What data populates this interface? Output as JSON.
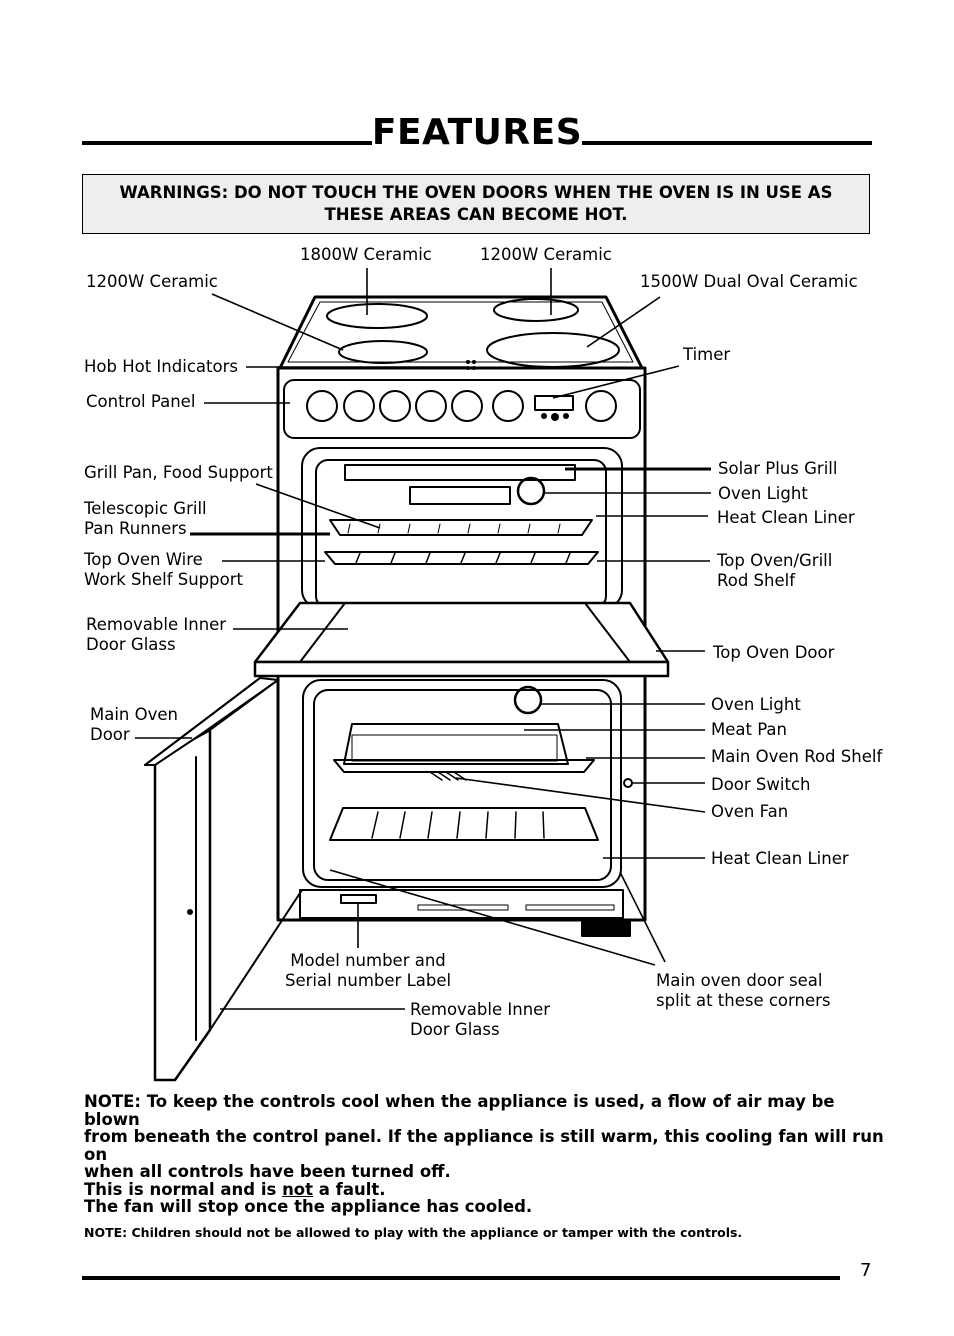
{
  "page": {
    "title": "FEATURES",
    "warning": "WARNINGS: DO NOT TOUCH THE OVEN DOORS WHEN THE OVEN IS IN USE AS THESE AREAS CAN BECOME HOT.",
    "page_number": "7"
  },
  "labels": {
    "ceramic_1800": "1800W Ceramic",
    "ceramic_1200_right": "1200W Ceramic",
    "ceramic_1200_left": "1200W Ceramic",
    "dual_oval_1500": "1500W Dual Oval Ceramic",
    "hob_hot_indicators": "Hob Hot Indicators",
    "timer": "Timer",
    "control_panel": "Control Panel",
    "grill_pan": "Grill Pan, Food Support",
    "solar_plus_grill": "Solar Plus Grill",
    "oven_light_top": "Oven Light",
    "telescopic_runners": "Telescopic Grill\nPan Runners",
    "heat_clean_liner_top": "Heat Clean Liner",
    "top_wire_support": "Top Oven Wire\nWork Shelf Support",
    "top_rod_shelf": "Top Oven/Grill\nRod Shelf",
    "inner_glass_top": "Removable Inner\nDoor Glass",
    "top_oven_door": "Top Oven Door",
    "main_oven_door": "Main Oven\nDoor",
    "oven_light_main": "Oven Light",
    "meat_pan": "Meat Pan",
    "main_rod_shelf": "Main Oven Rod Shelf",
    "door_switch": "Door Switch",
    "oven_fan": "Oven Fan",
    "heat_clean_liner_main": "Heat Clean Liner",
    "model_label": "Model number and\nSerial number Label",
    "door_seal": "Main oven door seal\nsplit at these corners",
    "inner_glass_main": "Removable Inner\nDoor Glass"
  },
  "notes": {
    "cooling_line1": "NOTE: To keep the controls cool when the appliance is used, a flow of air may be blown",
    "cooling_line2": "from beneath the control panel.  If the appliance is still warm, this cooling fan will run on",
    "cooling_line3": "when all controls have been turned off.",
    "cooling_line4_pre": "This is normal and is ",
    "cooling_line4_ul": "not",
    "cooling_line4_post": " a fault.",
    "cooling_line5": "The fan will stop once the appliance has cooled.",
    "children": "NOTE: Children should not be allowed to play with the appliance or tamper with the controls."
  }
}
